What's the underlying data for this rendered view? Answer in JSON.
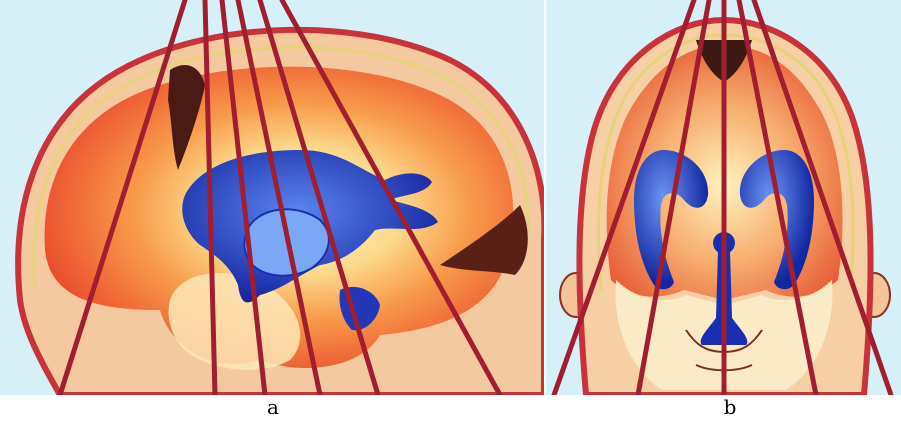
{
  "figure": {
    "panels": [
      {
        "id": "a",
        "label": "a"
      },
      {
        "id": "b",
        "label": "b"
      }
    ]
  },
  "colors": {
    "background": "#d6f0f8",
    "skull": "#c8323a",
    "scalp": "#f3a07a",
    "brain_outer": "#e8432a",
    "brain_mid": "#f57b3a",
    "brain_inner": "#fbe2a0",
    "ventricle": "#1a2fb0",
    "ventricle_highlight": "#4f7ef0",
    "beam_line": "#a01e30",
    "dark_region": "#4a1a14"
  }
}
